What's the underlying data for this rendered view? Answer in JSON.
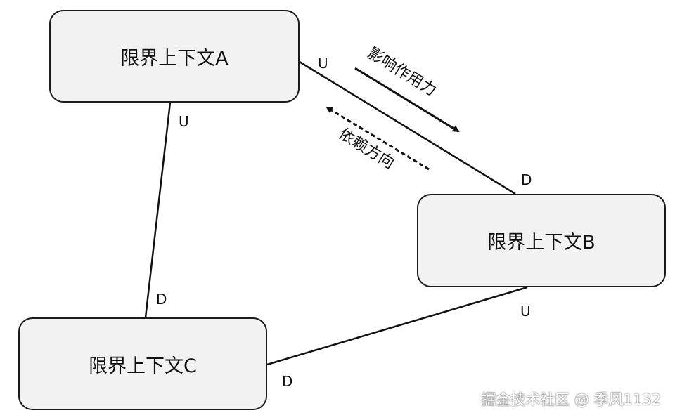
{
  "nodes": {
    "a": {
      "label": "限界上下文A"
    },
    "b": {
      "label": "限界上下文B"
    },
    "c": {
      "label": "限界上下文C"
    }
  },
  "edges": {
    "ab": {
      "a_end": "U",
      "b_end": "D"
    },
    "ac": {
      "a_end": "U",
      "c_end": "D"
    },
    "bc": {
      "b_end": "U",
      "c_end": "D"
    }
  },
  "arrows": {
    "influence": "影响作用力",
    "dependency": "依赖方向"
  },
  "watermark": "掘金技术社区 @ 季风1132"
}
